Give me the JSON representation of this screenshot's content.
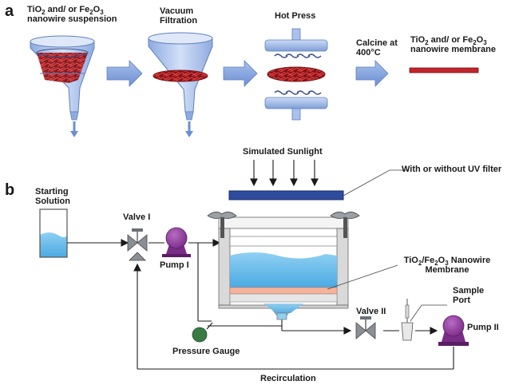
{
  "panel_a": {
    "letter": "a",
    "step1": {
      "line1_pre": "TiO",
      "line1_sub1": "2",
      "line1_mid": " and/ or Fe",
      "line1_sub2": "2",
      "line1_mid2": "O",
      "line1_sub3": "3",
      "line2": "nanowire suspension"
    },
    "step2": {
      "line1": "Vacuum",
      "line2": "Filtration"
    },
    "step3": {
      "line1": "Hot Press"
    },
    "step4": {
      "line1": "Calcine at",
      "line2": "400°C"
    },
    "step5": {
      "line1_pre": "TiO",
      "line1_sub1": "2",
      "line1_mid": " and/ or Fe",
      "line1_sub2": "2",
      "line1_mid2": "O",
      "line1_sub3": "3",
      "line2": "nanowire membrane"
    }
  },
  "panel_b": {
    "letter": "b",
    "starting_solution": {
      "line1": "Starting",
      "line2": "Solution"
    },
    "valve1": "Valve I",
    "pump1": "Pump I",
    "simulated_sunlight": "Simulated Sunlight",
    "uv_filter": "With or without UV filter",
    "membrane": {
      "pre": "TiO",
      "sub1": "2",
      "mid": "/Fe",
      "sub2": "2",
      "mid2": "O",
      "sub3": "3",
      "post": " Nanowire",
      "line2": "Membrane"
    },
    "sample_port": {
      "line1": "Sample",
      "line2": "Port"
    },
    "valve2": "Valve II",
    "pump2": "Pump II",
    "pressure_gauge": "Pressure Gauge",
    "recirculation": "Recirculation"
  },
  "colors": {
    "arrow_blue": "#7f9fd8",
    "funnel_blue": "#a9c1ec",
    "nanowire_red": "#c0262a",
    "water_blue": "#64b9ea",
    "pump_purple": "#8e3f98",
    "uv_filter_blue": "#2e4b9e",
    "gauge_green": "#3a7a45",
    "membrane_orange": "#f6b39b"
  }
}
